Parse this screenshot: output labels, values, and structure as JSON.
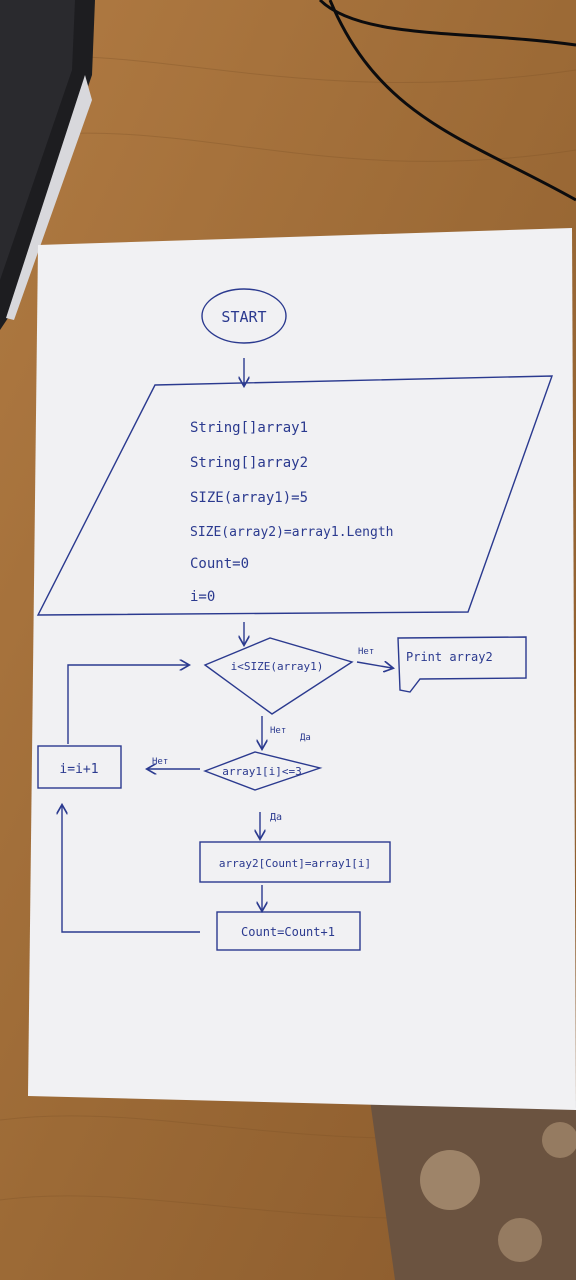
{
  "flowchart": {
    "start": "START",
    "input_lines": [
      "String[]array1",
      "String[]array2",
      "SIZE(array1)=5",
      "SIZE(array2)=array1.Length",
      "Count=0",
      "i=0"
    ],
    "condition_loop": "i<SIZE(array1)",
    "branch_yes_loop": "Нет",
    "output": "Print array2",
    "branch_no_loop_1": "Нет",
    "branch_no_loop_2": "Да",
    "condition_value": "array1[i]<=3",
    "branch_no_value": "Нет",
    "branch_yes_value": "Да",
    "assign": "array2[Count]=array1[i]",
    "count_increment": "Count=Count+1",
    "i_increment": "i=i+1"
  },
  "colors": {
    "ink": "#2b3a8f",
    "paper": "#f1f1f3",
    "desk": "#a9743e"
  }
}
